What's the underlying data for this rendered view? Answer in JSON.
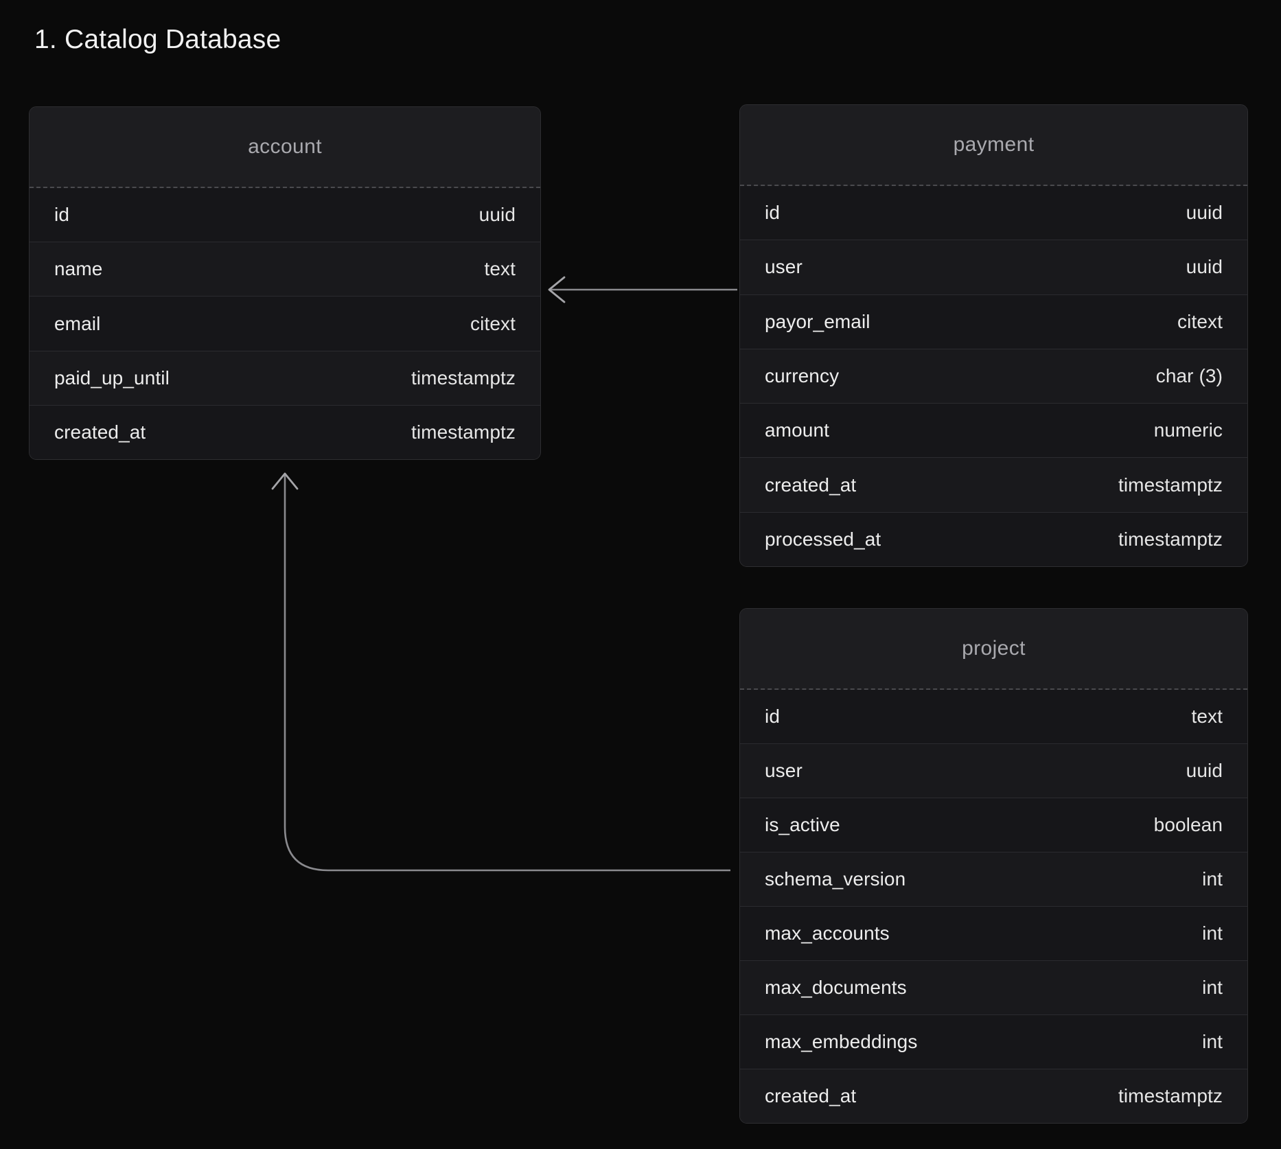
{
  "page": {
    "title": "1. Catalog Database",
    "background_color": "#0a0a0a",
    "text_color": "#f2f2f2",
    "table_header_color": "#a9a9ae",
    "connector_color": "#8a8a8e"
  },
  "diagram": {
    "type": "entity-relationship",
    "tables": [
      {
        "name": "account",
        "columns": [
          {
            "name": "id",
            "type": "uuid"
          },
          {
            "name": "name",
            "type": "text"
          },
          {
            "name": "email",
            "type": "citext"
          },
          {
            "name": "paid_up_until",
            "type": "timestamptz"
          },
          {
            "name": "created_at",
            "type": "timestamptz"
          }
        ]
      },
      {
        "name": "payment",
        "columns": [
          {
            "name": "id",
            "type": "uuid"
          },
          {
            "name": "user",
            "type": "uuid"
          },
          {
            "name": "payor_email",
            "type": "citext"
          },
          {
            "name": "currency",
            "type": "char (3)"
          },
          {
            "name": "amount",
            "type": "numeric"
          },
          {
            "name": "created_at",
            "type": "timestamptz"
          },
          {
            "name": "processed_at",
            "type": "timestamptz"
          }
        ]
      },
      {
        "name": "project",
        "columns": [
          {
            "name": "id",
            "type": "text"
          },
          {
            "name": "user",
            "type": "uuid"
          },
          {
            "name": "is_active",
            "type": "boolean"
          },
          {
            "name": "schema_version",
            "type": "int"
          },
          {
            "name": "max_accounts",
            "type": "int"
          },
          {
            "name": "max_documents",
            "type": "int"
          },
          {
            "name": "max_embeddings",
            "type": "int"
          },
          {
            "name": "created_at",
            "type": "timestamptz"
          }
        ]
      }
    ],
    "relationships": [
      {
        "from": "payment",
        "to": "account",
        "shape": "straight",
        "arrow": "open-chevron-left"
      },
      {
        "from": "project",
        "to": "account",
        "shape": "elbow-rounded",
        "arrow": "open-chevron-up"
      }
    ]
  }
}
